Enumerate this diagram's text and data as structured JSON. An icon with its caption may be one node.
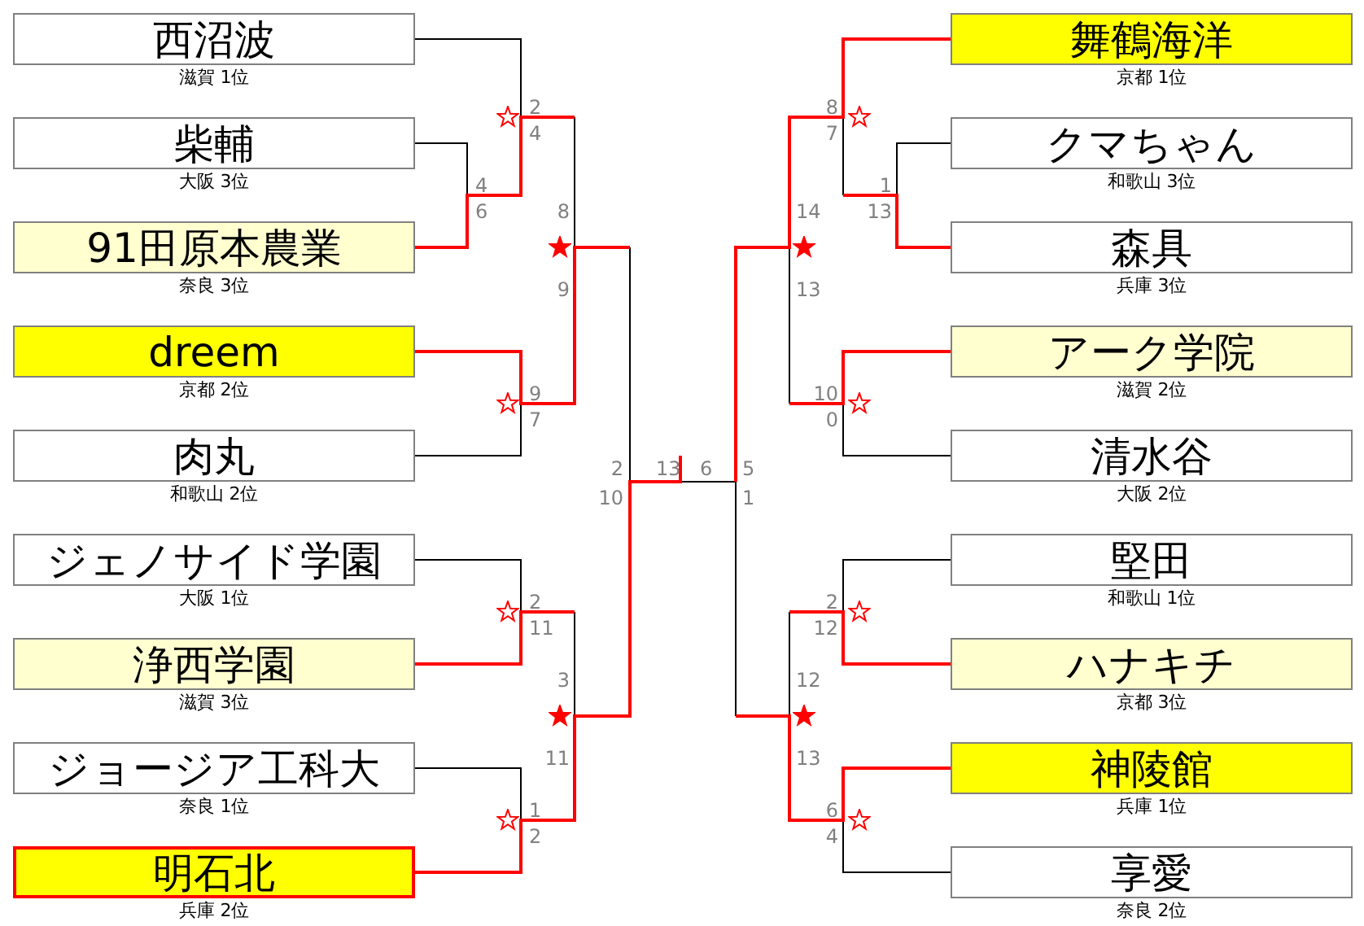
{
  "diagram": {
    "nodes": [
      {
        "text": [
          "西沼波"
        ],
        "beside": [
          "滋賀 1位"
        ]
      },
      {
        "text": [
          "柴輔"
        ],
        "beside": [
          "大阪 3位"
        ]
      },
      {
        "text": [
          "91田原本農業"
        ],
        "beside": [
          "奈良 3位"
        ]
      },
      {
        "text": [
          "dreem"
        ],
        "beside": [
          "京都 2位"
        ]
      },
      {
        "text": [
          "肉丸"
        ],
        "beside": [
          "和歌山 2位"
        ]
      },
      {
        "text": [
          "ジェノサイド学園"
        ],
        "beside": [
          "大阪 1位"
        ]
      },
      {
        "text": [
          "浄西学園"
        ],
        "beside": [
          "滋賀 3位"
        ]
      },
      {
        "text": [
          "ジョージア工科大"
        ],
        "beside": [
          "奈良 1位"
        ]
      },
      {
        "text": [
          "明石北"
        ],
        "beside": [
          "兵庫 2位"
        ]
      },
      {
        "text": [
          "舞鶴海洋"
        ],
        "beside": [
          "京都 1位"
        ]
      },
      {
        "text": [
          "クマちゃん"
        ],
        "beside": [
          "和歌山 3位"
        ]
      },
      {
        "text": [
          "森具"
        ],
        "beside": [
          "兵庫 3位"
        ]
      },
      {
        "text": [
          "アーク学院"
        ],
        "beside": [
          "滋賀 2位"
        ]
      },
      {
        "text": [
          "清水谷"
        ],
        "beside": [
          "大阪 2位"
        ]
      },
      {
        "text": [
          "堅田"
        ],
        "beside": [
          "和歌山 1位"
        ]
      },
      {
        "text": [
          "ハナキチ"
        ],
        "beside": [
          "京都 3位"
        ]
      },
      {
        "text": [
          "神陵館"
        ],
        "beside": [
          "兵庫 1位"
        ]
      },
      {
        "text": [
          "享愛"
        ],
        "beside": [
          "奈良 2位"
        ]
      }
    ],
    "labels": [
      "2",
      "8",
      "4",
      "7",
      "4",
      "1",
      "6",
      "8",
      "14",
      "13",
      "9",
      "13",
      "9",
      "10",
      "7",
      "0",
      "2",
      "13",
      "6",
      "5",
      "10",
      "1",
      "2",
      "2",
      "11",
      "12",
      "3",
      "12",
      "11",
      "13",
      "1",
      "6",
      "2",
      "4"
    ]
  }
}
